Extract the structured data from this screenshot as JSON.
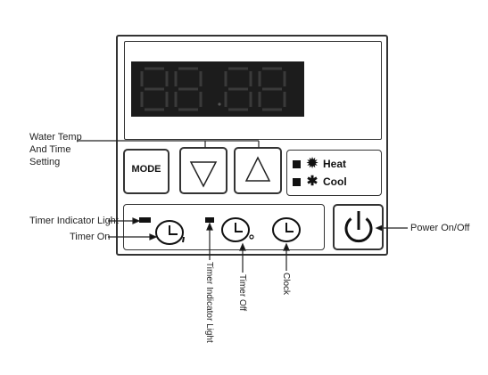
{
  "display": {
    "reading": "88.88"
  },
  "buttons": {
    "mode_label": "MODE"
  },
  "mode_indicators": [
    {
      "label": "Heat",
      "icon": "sun-icon"
    },
    {
      "label": "Cool",
      "icon": "snowflake-icon"
    }
  ],
  "callouts": {
    "water_temp": "Water Temp And Time Setting",
    "timer_indicator_light_left": "Timer Indicator Light",
    "timer_on": "Timer On",
    "timer_indicator_light_bottom": "Timer Indicator Light",
    "timer_off": "Timer Off",
    "clock": "Clock",
    "power": "Power On/Off"
  }
}
